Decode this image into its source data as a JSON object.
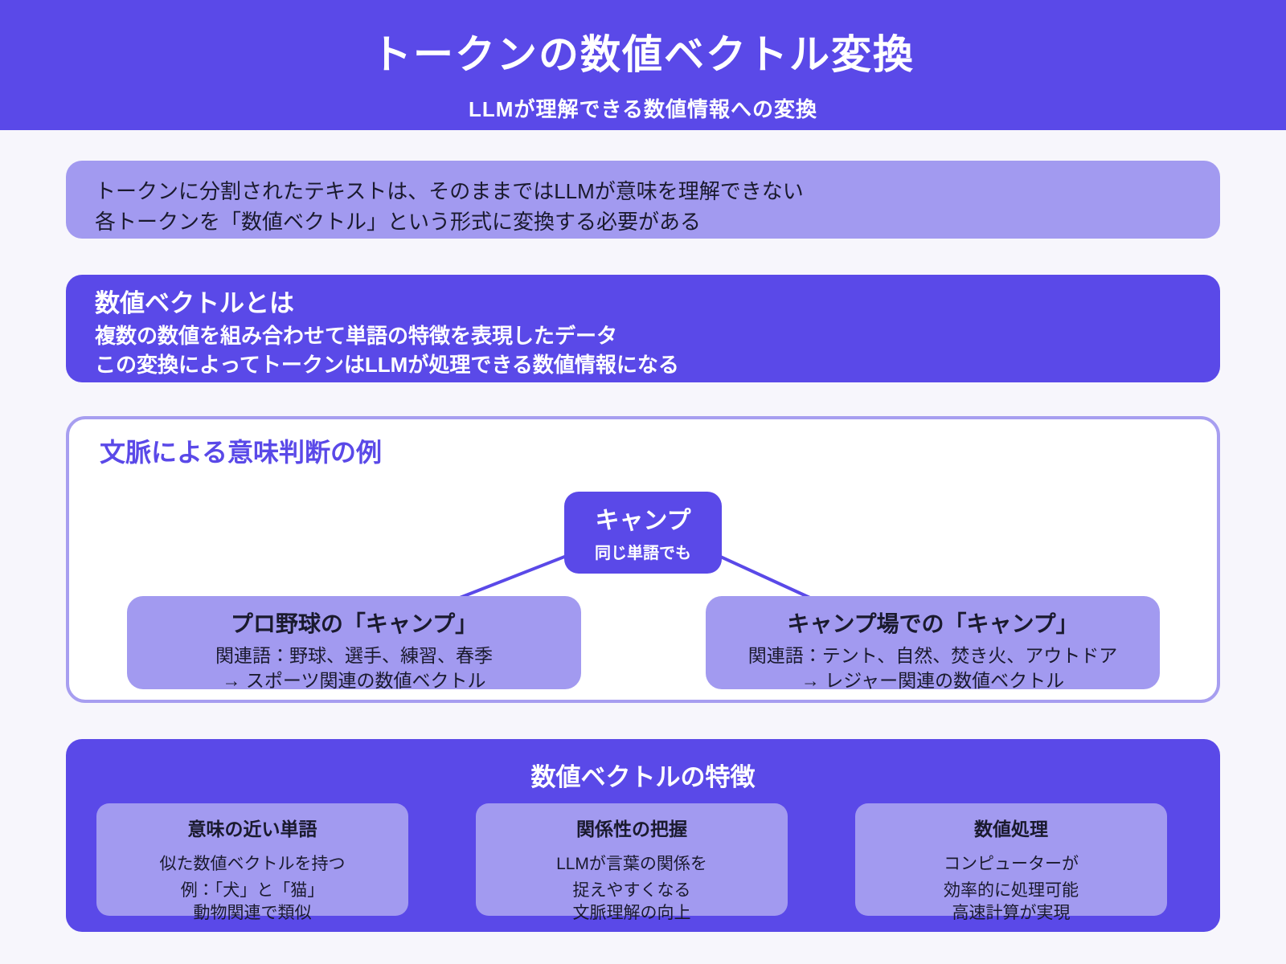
{
  "colors": {
    "primary": "#5a49e8",
    "primary_light": "#a29af0",
    "page_bg": "#f7f6fc",
    "card_border": "#a79ef0",
    "text_dark": "#1a1a2e",
    "text_white": "#ffffff"
  },
  "header": {
    "title": "トークンの数値ベクトル変換",
    "subtitle": "LLMが理解できる数値情報への変換"
  },
  "intro": {
    "line1": "トークンに分割されたテキストは、そのままではLLMが意味を理解できない",
    "line2": "各トークンを「数値ベクトル」という形式に変換する必要がある"
  },
  "definition": {
    "title": "数値ベクトルとは",
    "line1": "複数の数値を組み合わせて単語の特徴を表現したデータ",
    "line2": "この変換によってトークンはLLMが処理できる数値情報になる"
  },
  "context_example": {
    "title": "文脈による意味判断の例",
    "node": {
      "title": "キャンプ",
      "subtitle": "同じ単語でも"
    },
    "left_card": {
      "title": "プロ野球の「キャンプ」",
      "line1": "関連語：野球、選手、練習、春季",
      "line2": "→ スポーツ関連の数値ベクトル"
    },
    "right_card": {
      "title": "キャンプ場での「キャンプ」",
      "line1": "関連語：テント、自然、焚き火、アウトドア",
      "line2": "→ レジャー関連の数値ベクトル"
    }
  },
  "features": {
    "title": "数値ベクトルの特徴",
    "cards": [
      {
        "title": "意味の近い単語",
        "p1": "似た数値ベクトルを持つ",
        "p2_line1": "例：「犬」と「猫」",
        "p2_line2": "動物関連で類似"
      },
      {
        "title": "関係性の把握",
        "p1": "LLMが言葉の関係を",
        "p2_line1": "捉えやすくなる",
        "p2_line2": "文脈理解の向上"
      },
      {
        "title": "数値処理",
        "p1": "コンピューターが",
        "p2_line1": "効率的に処理可能",
        "p2_line2": "高速計算が実現"
      }
    ]
  }
}
